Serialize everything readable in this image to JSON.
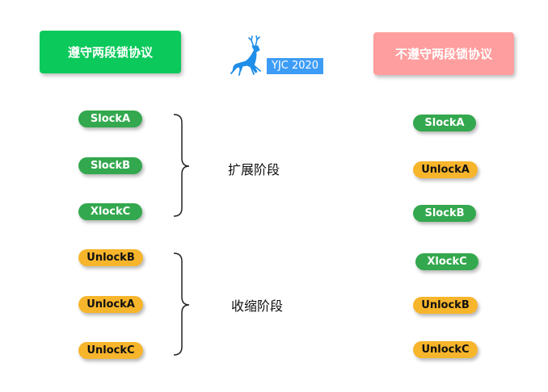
{
  "left_header": {
    "label": "遵守两段锁协议",
    "color": "#0cc95b"
  },
  "right_header": {
    "label": "不遵守两段锁协议",
    "color": "#ff9e9e"
  },
  "logo": {
    "text": "YJC 2020",
    "icon": "deer-icon"
  },
  "phases": {
    "growing": "扩展阶段",
    "shrinking": "收缩阶段"
  },
  "left_locks": [
    {
      "label": "SlockA",
      "kind": "green"
    },
    {
      "label": "SlockB",
      "kind": "green"
    },
    {
      "label": "XlockC",
      "kind": "green"
    },
    {
      "label": "UnlockB",
      "kind": "yellow"
    },
    {
      "label": "UnlockA",
      "kind": "yellow"
    },
    {
      "label": "UnlockC",
      "kind": "yellow"
    }
  ],
  "right_locks": [
    {
      "label": "SlockA",
      "kind": "green"
    },
    {
      "label": "UnlockA",
      "kind": "yellow"
    },
    {
      "label": "SlockB",
      "kind": "green"
    },
    {
      "label": "XlockC",
      "kind": "green"
    },
    {
      "label": "UnlockB",
      "kind": "yellow"
    },
    {
      "label": "UnlockC",
      "kind": "yellow"
    }
  ],
  "colors": {
    "green_pill": "#33a84e",
    "yellow_pill": "#f7b52b"
  }
}
